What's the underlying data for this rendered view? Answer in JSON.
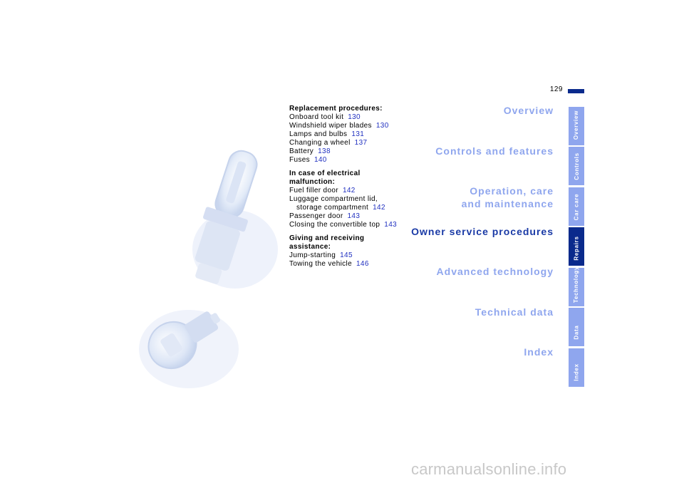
{
  "page_number": "129",
  "contents": [
    {
      "heading": "Replacement procedures:",
      "entries": [
        {
          "label": "Onboard tool kit",
          "page": "130"
        },
        {
          "label": "Windshield wiper blades",
          "page": "130"
        },
        {
          "label": "Lamps and bulbs",
          "page": "131"
        },
        {
          "label": "Changing a wheel",
          "page": "137"
        },
        {
          "label": "Battery",
          "page": "138"
        },
        {
          "label": "Fuses",
          "page": "140"
        }
      ]
    },
    {
      "heading_line1": "In case of electrical",
      "heading_line2": "malfunction:",
      "entries": [
        {
          "label": "Fuel filler door",
          "page": "142"
        },
        {
          "label": "Luggage compartment lid,"
        },
        {
          "label": "storage compartment",
          "page": "142"
        },
        {
          "label": "Passenger door",
          "page": "143"
        },
        {
          "label": "Closing the convertible top",
          "page": "143"
        }
      ]
    },
    {
      "heading_line1": "Giving and receiving",
      "heading_line2": "assistance:",
      "entries": [
        {
          "label": "Jump-starting",
          "page": "145"
        },
        {
          "label": "Towing the vehicle",
          "page": "146"
        }
      ]
    }
  ],
  "chapters": [
    {
      "line1": "Overview"
    },
    {
      "line1": "Controls and features"
    },
    {
      "line1": "Operation, care",
      "line2": "and maintenance"
    },
    {
      "line1": "Owner service procedures"
    },
    {
      "line1": "Advanced technology"
    },
    {
      "line1": "Technical data"
    },
    {
      "line1": "Index"
    }
  ],
  "tabs": [
    "Overview",
    "Controls",
    "Car care",
    "Repairs",
    "Technology",
    "Data",
    "Index"
  ],
  "colors": {
    "accent_dark": "#0a2a8c",
    "accent_light": "#8fa6ee",
    "page_link": "#2030c0"
  },
  "watermark": "carmanualsonline.info"
}
